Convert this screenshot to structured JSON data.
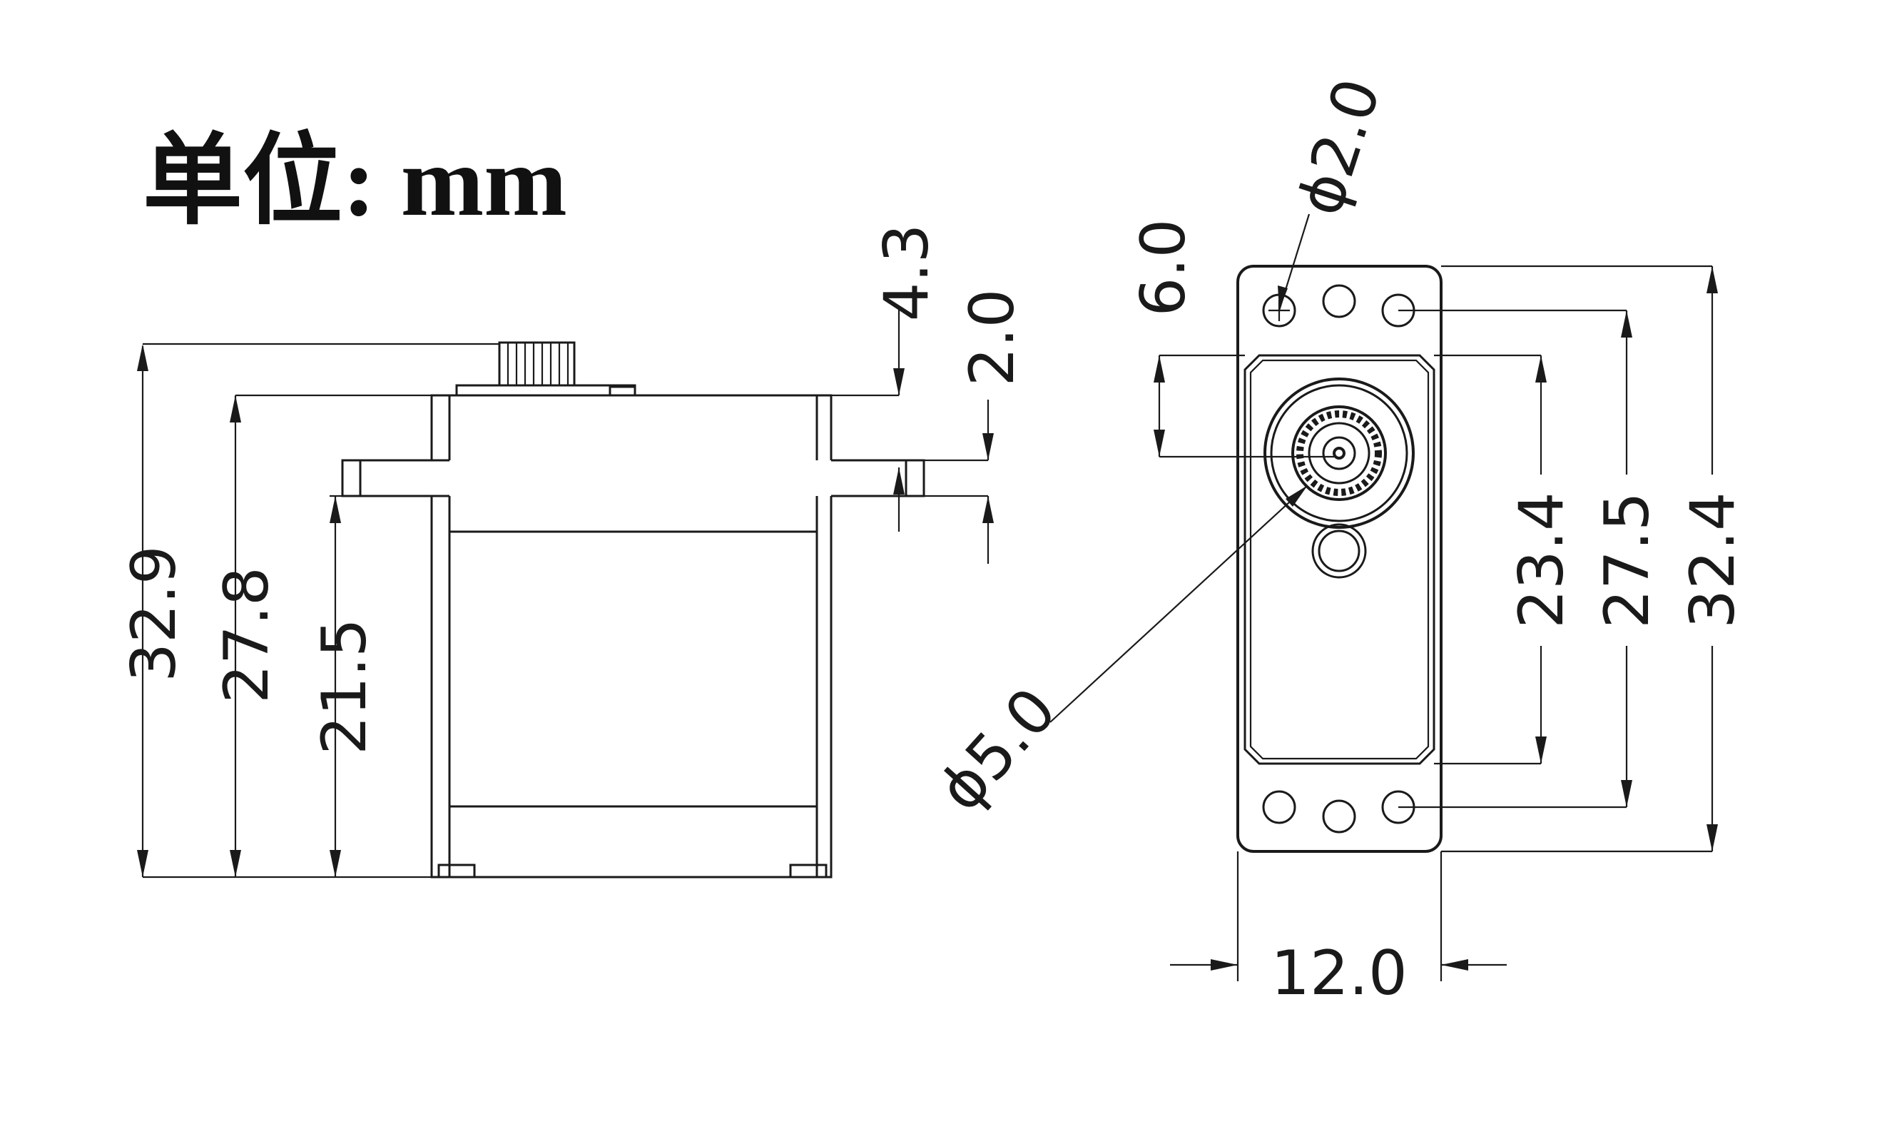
{
  "title": {
    "unit_label": "单位: mm"
  },
  "side_view": {
    "dim_height_total": "32.9",
    "dim_height_case": "27.8",
    "dim_height_mount": "21.5",
    "dim_top_spline": "4.3",
    "dim_flange_thickness": "2.0"
  },
  "front_view": {
    "dim_hole_diameter": "ϕ2.0",
    "dim_shaft_offset": "6.0",
    "dim_shaft_diameter": "ϕ5.0",
    "dim_body_length": "23.4",
    "dim_hole_spacing": "27.5",
    "dim_overall_length": "32.4",
    "dim_width": "12.0"
  },
  "colors": {
    "line": "#1a1a1a",
    "background": "#ffffff"
  }
}
